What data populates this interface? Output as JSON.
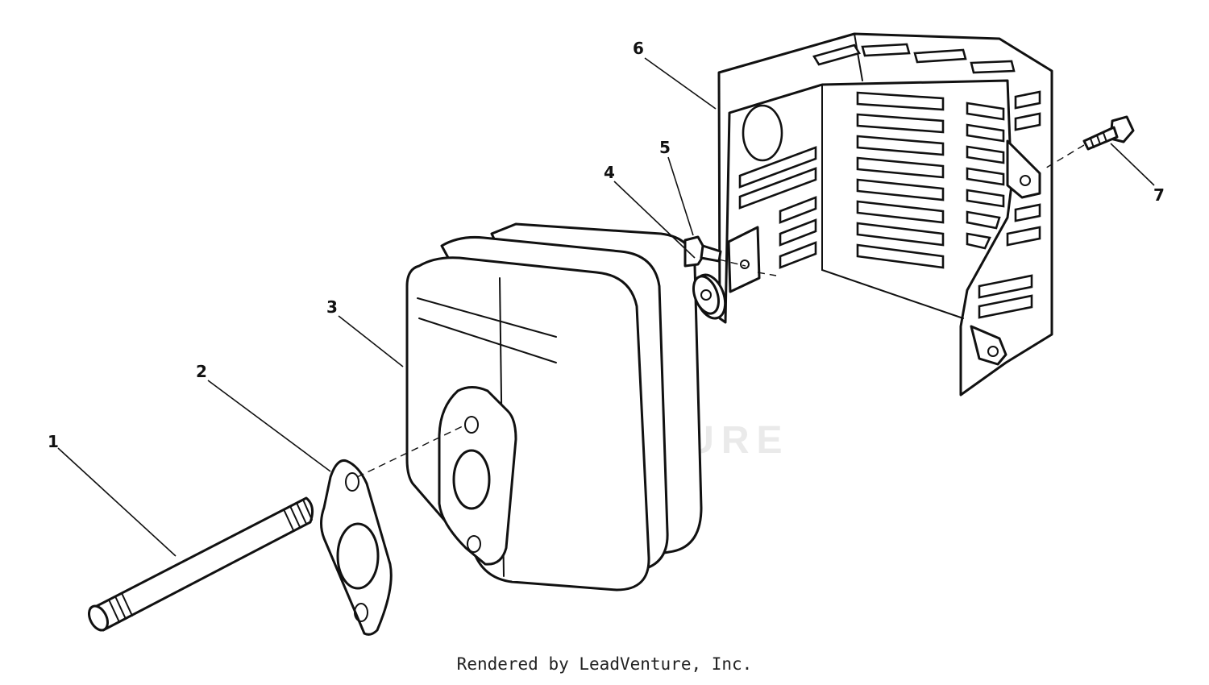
{
  "diagram": {
    "callouts": [
      {
        "id": "1",
        "label": "1"
      },
      {
        "id": "2",
        "label": "2"
      },
      {
        "id": "3",
        "label": "3"
      },
      {
        "id": "4",
        "label": "4"
      },
      {
        "id": "5",
        "label": "5"
      },
      {
        "id": "6",
        "label": "6"
      },
      {
        "id": "7",
        "label": "7"
      }
    ],
    "watermark": "LEADVENTURE",
    "credit": "Rendered by LeadVenture, Inc."
  }
}
